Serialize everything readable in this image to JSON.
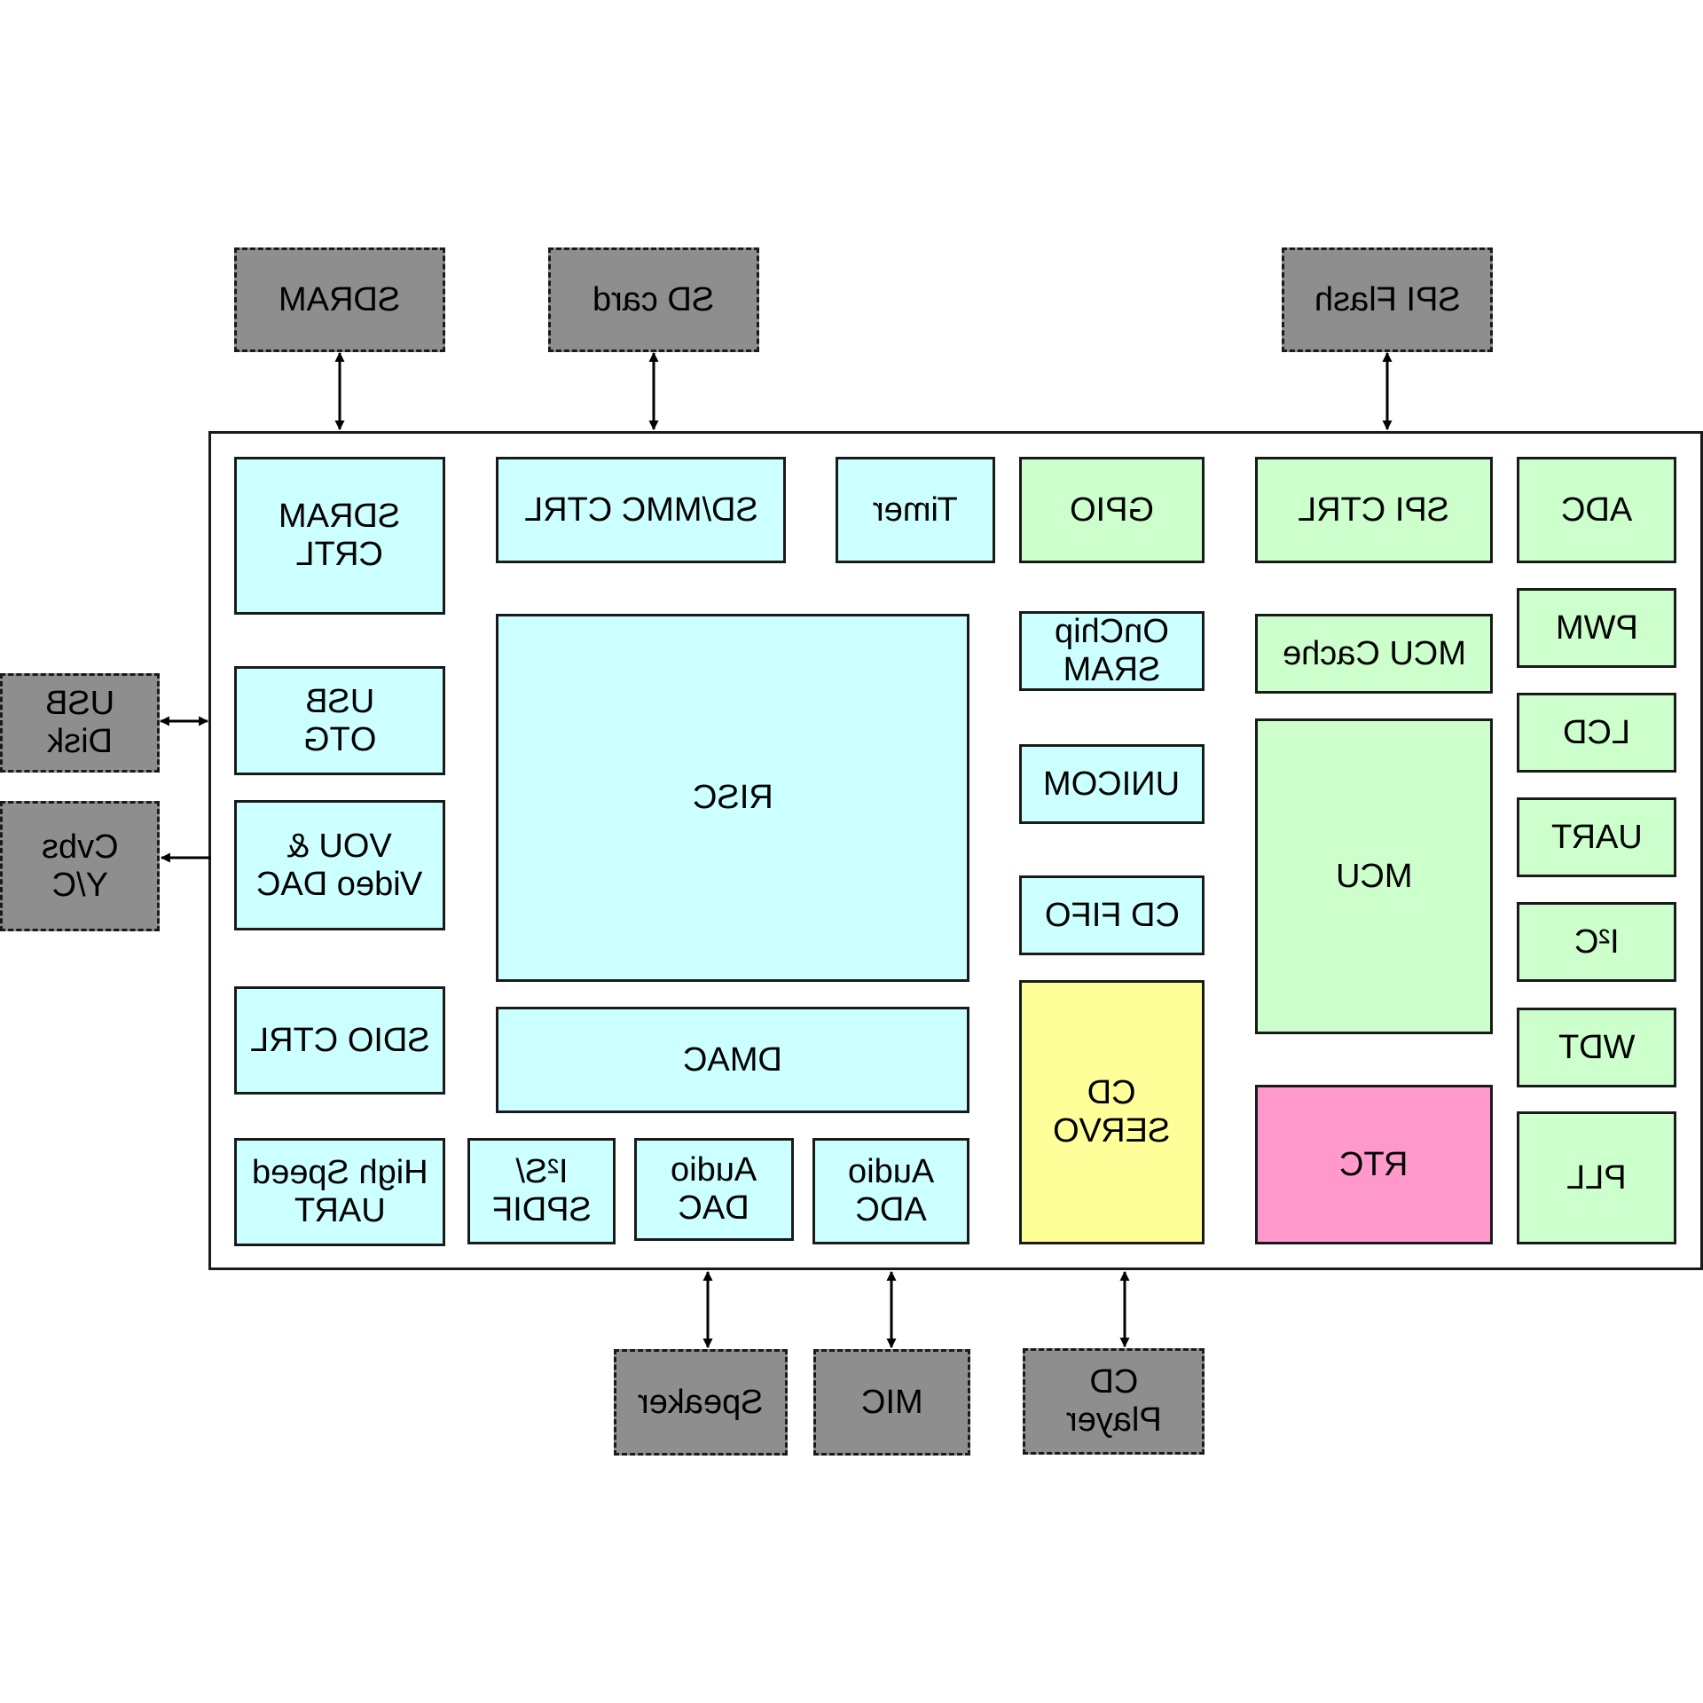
{
  "external": {
    "sdram": "SDRAM",
    "sd_card": "SD card",
    "spi_flash": "SPI Flash",
    "usb_disk": "USB\nDisk",
    "cvbs": "Cvbs\nY/C",
    "speaker": "Speaker",
    "mic": "MIC",
    "cd_player": "CD\nPlayer"
  },
  "blocks": {
    "sdram_ctrl": "SDRAM\nCRTL",
    "sdmmc_ctrl": "SD/MMC CTRL",
    "timer": "Timer",
    "gpio": "GPIO",
    "spi_ctrl": "SPI CTRL",
    "adc": "ADC",
    "pwm": "PWM",
    "mcu_cache": "MCU Cache",
    "onchip_sram": "OnChip\nSRAM",
    "usb_otg": "USB\nOTG",
    "risc": "RISC",
    "lcd": "LCD",
    "unicom": "UNICOM",
    "vou": "VOU &\nVideo DAC",
    "uart": "UART",
    "mcu": "MCU",
    "cd_fifo": "CD FIFO",
    "i2c": "I²C",
    "sdio_ctrl": "SDIO CTRL",
    "dmac": "DMAC",
    "wdt": "WDT",
    "cd_servo": "CD\nSERVO",
    "rtc": "RTC",
    "hs_uart": "High Speed\nUART",
    "i2s_spdif": "I²S/\nSPDIF",
    "audio_dac": "Audio\nDAC",
    "audio_adc": "Audio\nADC",
    "pll": "PLL"
  },
  "colors": {
    "external": "#8e8e8e",
    "cyan": "#ccffff",
    "green": "#ccffcc",
    "yellow": "#ffff99",
    "pink": "#ff99cc"
  }
}
